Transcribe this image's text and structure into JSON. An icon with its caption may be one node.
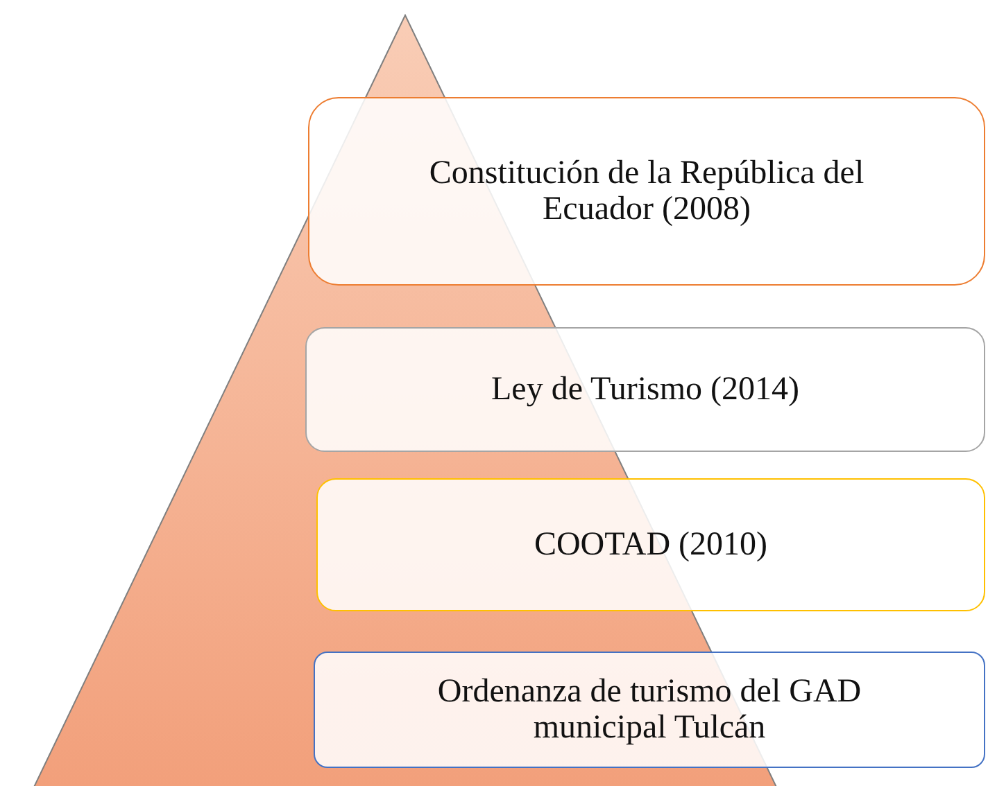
{
  "diagram": {
    "nodes": [
      {
        "text": [],
        "shape": "triangle"
      },
      {
        "text": [
          "Constitución de la República del Ecuador (2008)"
        ]
      },
      {
        "text": [
          "Ley de Turismo (2014)"
        ]
      },
      {
        "text": [
          "COOTAD (2010)"
        ]
      },
      {
        "text": [
          "Ordenanza de turismo del GAD municipal Tulcán"
        ]
      }
    ]
  }
}
